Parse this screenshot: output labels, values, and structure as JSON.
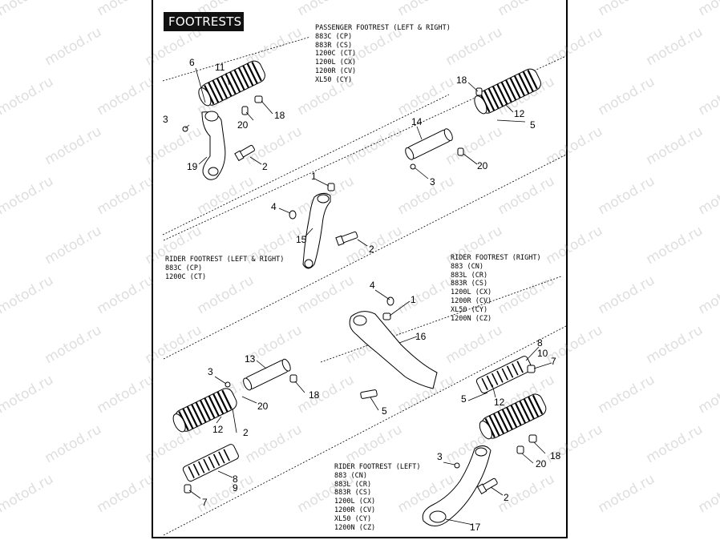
{
  "title": "FOOTRESTS",
  "watermark": "motod.ru",
  "groups": {
    "passenger": {
      "heading": "PASSENGER FOOTREST (LEFT & RIGHT)",
      "models": [
        "883C (CP)",
        "883R (CS)",
        "1200C (CT)",
        "1200L (CX)",
        "1200R (CV)",
        "XL50 (CY)"
      ]
    },
    "rider_lr": {
      "heading": "RIDER FOOTREST (LEFT & RIGHT)",
      "models": [
        "883C (CP)",
        "1200C (CT)"
      ]
    },
    "rider_right": {
      "heading": "RIDER FOOTREST (RIGHT)",
      "models": [
        "883 (CN)",
        "883L (CR)",
        "883R (CS)",
        "1200L (CX)",
        "1200R (CV)",
        "XL50 (CY)",
        "1200N (CZ)"
      ]
    },
    "rider_left": {
      "heading": "RIDER FOOTREST (LEFT)",
      "models": [
        "883 (CN)",
        "883L (CR)",
        "883R (CS)",
        "1200L (CX)",
        "1200R (CV)",
        "XL50 (CY)",
        "1200N (CZ)"
      ]
    }
  },
  "callouts": [
    "6",
    "11",
    "3",
    "20",
    "18",
    "19",
    "2",
    "18",
    "14",
    "12",
    "5",
    "3",
    "20",
    "1",
    "4",
    "15",
    "2",
    "4",
    "1",
    "16",
    "13",
    "3",
    "18",
    "20",
    "12",
    "5",
    "2",
    "8",
    "10",
    "7",
    "5",
    "12",
    "3",
    "20",
    "18",
    "8",
    "9",
    "7",
    "2",
    "17"
  ]
}
